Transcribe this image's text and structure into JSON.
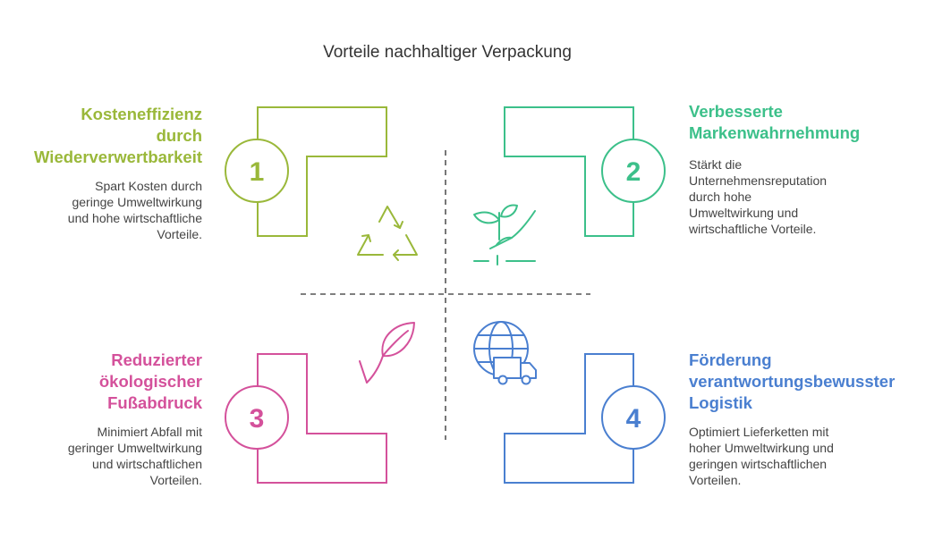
{
  "title": "Vorteile nachhaltiger Verpackung",
  "colors": {
    "green": "#9ab83a",
    "teal": "#3cc08a",
    "pink": "#d4519b",
    "blue": "#4a7fd0",
    "divider": "#555555"
  },
  "items": [
    {
      "number": "1",
      "heading_lines": [
        "Kosteneffizienz",
        "durch",
        "Wiederverwertbarkeit"
      ],
      "desc_lines": [
        "Spart Kosten durch",
        "geringe Umweltwirkung",
        "und hohe wirtschaftliche",
        "Vorteile."
      ],
      "icon": "recycle-icon"
    },
    {
      "number": "2",
      "heading_lines": [
        "Verbesserte",
        "Markenwahrnehmung"
      ],
      "desc_lines": [
        "Stärkt die",
        "Unternehmensreputation",
        "durch hohe",
        "Umweltwirkung und",
        "wirtschaftliche Vorteile."
      ],
      "icon": "plant-hand-icon"
    },
    {
      "number": "3",
      "heading_lines": [
        "Reduzierter",
        "ökologischer",
        "Fußabdruck"
      ],
      "desc_lines": [
        "Minimiert Abfall mit",
        "geringer Umweltwirkung",
        "und wirtschaftlichen",
        "Vorteilen."
      ],
      "icon": "leaf-icon"
    },
    {
      "number": "4",
      "heading_lines": [
        "Förderung",
        "verantwortungsbewusster",
        "Logistik"
      ],
      "desc_lines": [
        "Optimiert Lieferketten mit",
        "hoher Umweltwirkung und",
        "geringen wirtschaftlichen",
        "Vorteilen."
      ],
      "icon": "globe-truck-icon"
    }
  ]
}
